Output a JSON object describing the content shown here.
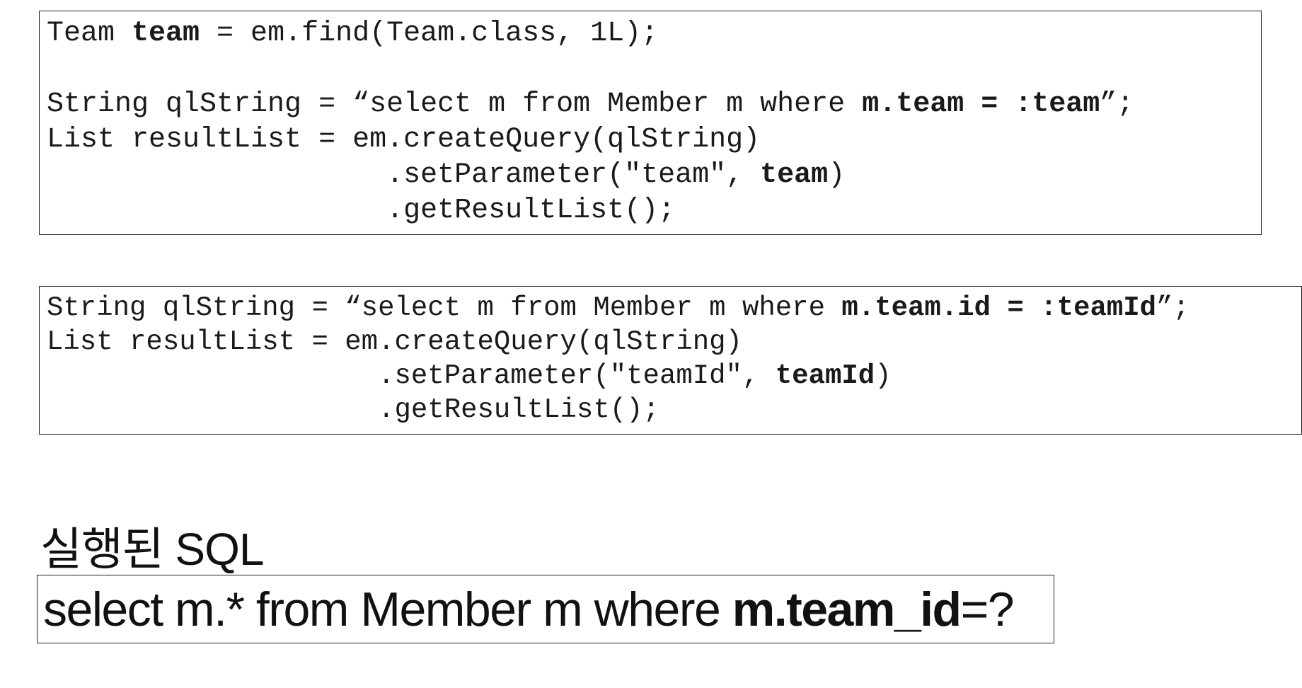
{
  "snippet1": {
    "line1": {
      "a": "Team ",
      "b": "team",
      "c": " = em.find(Team.class, 1L);"
    },
    "line2": {
      "a": "String qlString = “select m from Member m where ",
      "b": "m.team = :team",
      "c": "”;"
    },
    "line3": {
      "a": "List resultList = em.createQuery(qlString)"
    },
    "line4": {
      "a": "                    .setParameter(\"team\", ",
      "b": "team",
      "c": ")"
    },
    "line5": {
      "a": "                    .getResultList();"
    }
  },
  "snippet2": {
    "line1": {
      "a": "String qlString = “select m from Member m where ",
      "b": "m.team.id = :teamId",
      "c": "”;"
    },
    "line2": {
      "a": "List resultList = em.createQuery(qlString)"
    },
    "line3": {
      "a": "                    .setParameter(\"teamId\", ",
      "b": "teamId",
      "c": ")"
    },
    "line4": {
      "a": "                    .getResultList();"
    }
  },
  "executed_sql": {
    "heading": "실행된 SQL",
    "sql": {
      "a": "select m.* from Member m where ",
      "b": "m.team_id",
      "c": "=?"
    }
  }
}
